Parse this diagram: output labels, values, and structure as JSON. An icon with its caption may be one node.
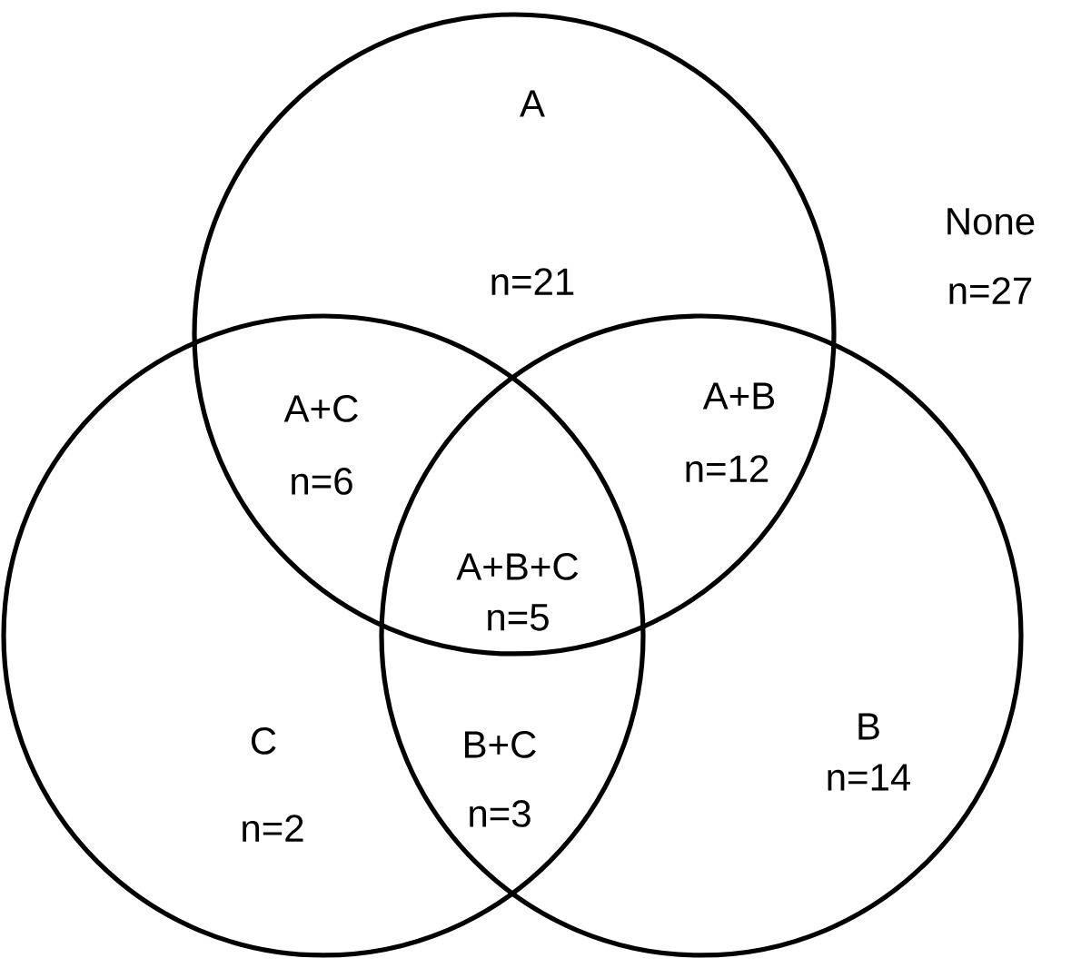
{
  "diagram": {
    "nodes": [
      {
        "text": [
          "A",
          "n=21"
        ]
      },
      {
        "text": [
          "B",
          "n=14"
        ]
      },
      {
        "text": [
          "C",
          "n=2"
        ]
      }
    ],
    "labels": [
      "None",
      "n=27",
      "A+C",
      "n=6",
      "A+B",
      "n=12",
      "A+B+C",
      "n=5",
      "B+C",
      "n=3"
    ]
  }
}
